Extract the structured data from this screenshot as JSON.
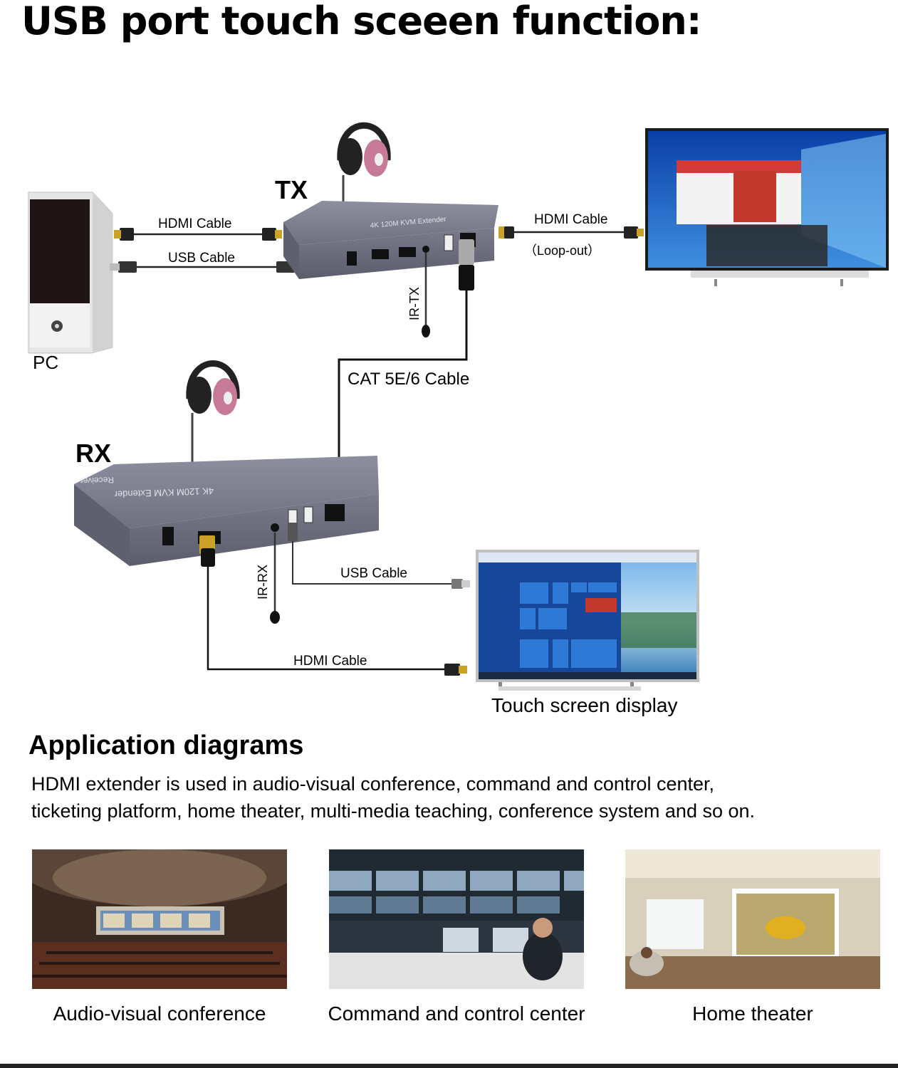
{
  "title": "USB port touch sceeen function:",
  "diagram": {
    "devices": {
      "tx": "TX",
      "rx": "RX",
      "pc": "PC"
    },
    "tx_unit_text": "4K 120M KVM Extender",
    "rx_unit_text": "4K 120M KVM Extender",
    "rx_unit_sub": "Receiver",
    "labels": {
      "pc_hdmi": "HDMI Cable",
      "pc_usb": "USB Cable",
      "tx_hdmi_out": "HDMI Cable",
      "loop_out": "（Loop-out）",
      "ir_tx": "IR-TX",
      "cat": "CAT 5E/6 Cable",
      "ir_rx": "IR-RX",
      "rx_usb": "USB Cable",
      "rx_hdmi": "HDMI Cable",
      "touch_display": "Touch screen display"
    }
  },
  "applications": {
    "heading": "Application diagrams",
    "paragraph_line1": "HDMI extender is used in audio-visual conference, command and control center,",
    "paragraph_line2": "ticketing platform, home theater, multi-media teaching, conference system and so on.",
    "items": [
      {
        "caption": "Audio-visual conference"
      },
      {
        "caption": "Command and control center"
      },
      {
        "caption": "Home theater"
      }
    ]
  }
}
